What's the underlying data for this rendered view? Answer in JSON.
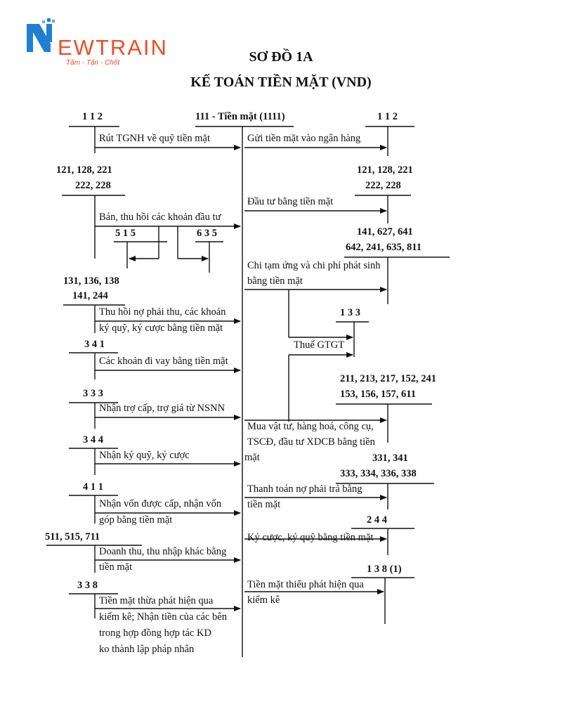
{
  "brand": {
    "name": "EWTRAIN",
    "tagline": "Tâm - Tận - Chốt",
    "colors": {
      "blue": "#1f7fd1",
      "orange": "#e8502a"
    }
  },
  "title_line1": "SƠ ĐỒ 1A",
  "title_line2": "KẾ TOÁN TIỀN MẶT (VND)",
  "center_account": "111 - Tiền mặt (1111)",
  "accounts": {
    "l112": "1 1 2",
    "l121a": "121, 128, 221",
    "l121b": "222, 228",
    "c515": "5 1 5",
    "c635": "6 3 5",
    "l131a": "131, 136, 138",
    "l131b": "141, 244",
    "l341": "3 4 1",
    "l333": "3 3 3",
    "l344": "3 4 4",
    "l411": "4 1 1",
    "l511": "511, 515, 711",
    "l338": "3 3 8",
    "r112": "1 1 2",
    "r121a": "121, 128, 221",
    "r121b": "222, 228",
    "r141a": "141, 627, 641",
    "r141b": "642, 241, 635, 811",
    "r133": "1 3 3",
    "r211a": "211, 213, 217, 152, 241",
    "r211b": "153, 156, 157, 611",
    "r331a": "331, 341",
    "r331b": "333, 334, 336, 338",
    "r244": "2 4 4",
    "r138": "1 3 8 (1)"
  },
  "labels": {
    "left": {
      "rut_tgnh": "Rút TGNH về quỹ tiền mặt",
      "ban_thu_hoi": "Bán, thu hồi các khoản đầu tư",
      "thu_hoi_no_1": "Thu hồi nợ phải thu, các khoản",
      "thu_hoi_no_2": "ký quỹ, ký cược bằng tiền mặt",
      "di_vay": "Các khoản đi vay bằng tiền mặt",
      "tro_cap": "Nhận trợ cấp, trợ giá từ NSNN",
      "nhan_ky_quy": "Nhận ký quỹ, ký cược",
      "nhan_von_1": "Nhận vốn được cấp, nhận vốn",
      "nhan_von_2": "góp bằng tiền mặt",
      "doanh_thu_1": "Doanh thu, thu nhập khác bằng",
      "doanh_thu_2": "tiền mặt",
      "thua_1": "Tiền mặt thừa phát hiện qua",
      "thua_2": "kiểm kê; Nhận tiền của các bên",
      "thua_3": "trong hợp đồng hợp tác KD",
      "thua_4": "ko thành lập pháp nhân"
    },
    "right": {
      "gui_tien": "Gửi tiền mặt vào ngân hàng",
      "dau_tu": "Đầu tư bằng tiền mặt",
      "chi_tam_ung_1": "Chi tạm ứng và chi phí phát sinh",
      "chi_tam_ung_2": "bằng tiền mặt",
      "thue_gtgt": "Thuế GTGT",
      "mua_vat_tu_1": "Mua vật tư, hàng hoá, công cụ,",
      "mua_vat_tu_2": "TSCĐ, đầu tư XDCB bằng tiền",
      "mua_vat_tu_3": "mặt",
      "thanh_toan_1": "Thanh toán nợ phải trả bằng",
      "thanh_toan_2": "tiền mặt",
      "ky_cuoc": "Ký cược, ký quỹ bằng tiền mặt",
      "thieu_1": "Tiền mặt thiếu phát hiện qua",
      "thieu_2": "kiểm kê"
    }
  }
}
